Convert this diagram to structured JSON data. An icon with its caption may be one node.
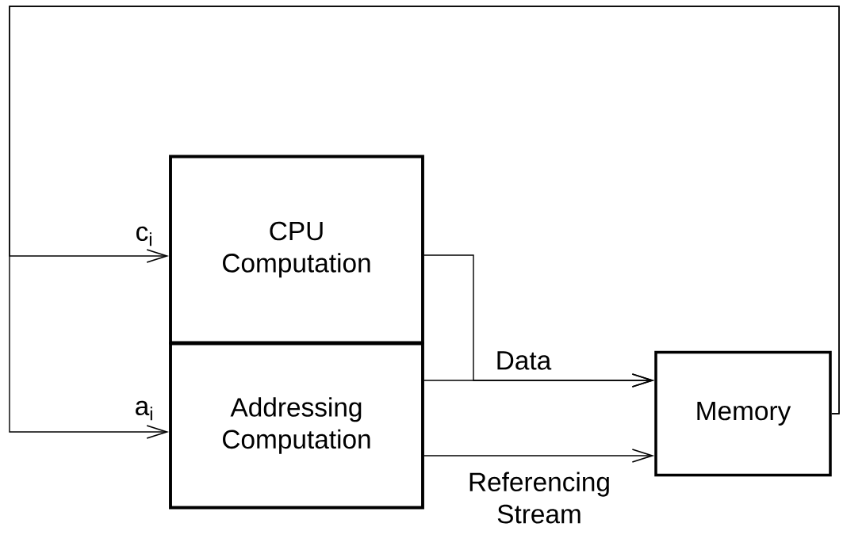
{
  "diagram": {
    "nodes": [
      {
        "text": [
          "CPU Computation"
        ]
      },
      {
        "text": [
          "Addressing Computation"
        ]
      },
      {
        "text": [
          "Memory"
        ]
      }
    ],
    "edges": [
      {
        "from": 2,
        "to": 0,
        "arrow": "to",
        "label": "c$_{i}$"
      },
      {
        "from": 2,
        "to": 1,
        "arrow": "to",
        "label": "a$_{i}$"
      },
      {
        "from": 0,
        "to": 2,
        "arrow": "to",
        "label": "Data"
      },
      {
        "from": 1,
        "to": 2,
        "arrow": "to"
      },
      {
        "from": 1,
        "to": 2,
        "arrow": "to",
        "label": "Referencing Stream"
      }
    ]
  }
}
